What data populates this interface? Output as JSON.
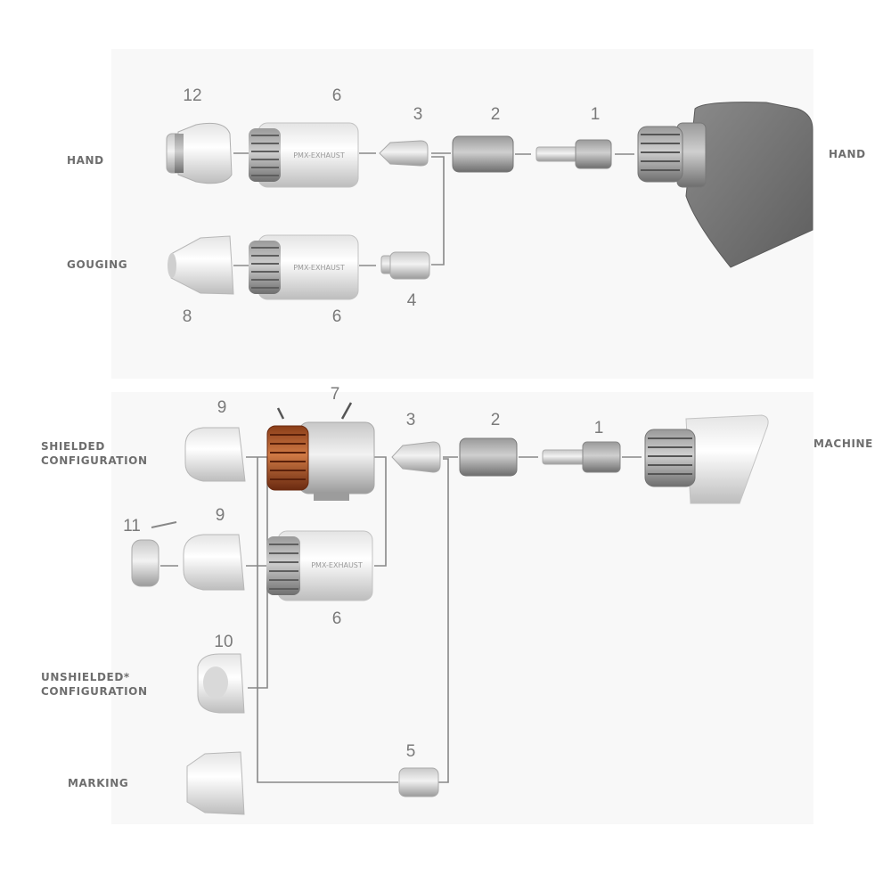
{
  "labels": {
    "hand_left": "HAND",
    "hand_right": "HAND",
    "gouging": "GOUGING",
    "machine": "MACHINE",
    "shielded": [
      "SHIELDED",
      "CONFIGURATION"
    ],
    "unshielded": [
      "UNSHIELDED*",
      "CONFIGURATION"
    ],
    "marking": "MARKING"
  },
  "part_numbers": {
    "hand_shield": "12",
    "hand_retaining_cap": "6",
    "hand_nozzle": "3",
    "hand_swirl_ring": "2",
    "hand_electrode": "1",
    "gouging_shield": "8",
    "gouging_retaining_cap": "6",
    "gouging_nozzle": "4",
    "machine_shield": "9",
    "machine_ohmic_cap": "7",
    "machine_nozzle": "3",
    "machine_swirl_ring": "2",
    "machine_electrode": "1",
    "clip": "11",
    "shield_9b": "9",
    "machine_retaining_cap": "6",
    "unshielded_deflector": "10",
    "marking_nozzle": "5"
  },
  "cap_text": "PMX-EXHAUST",
  "colors": {
    "line": "#888888",
    "label": "#6e6e6e",
    "number": "#7a7a7a",
    "panel": "#f8f8f8",
    "copper": "#b3582a"
  }
}
